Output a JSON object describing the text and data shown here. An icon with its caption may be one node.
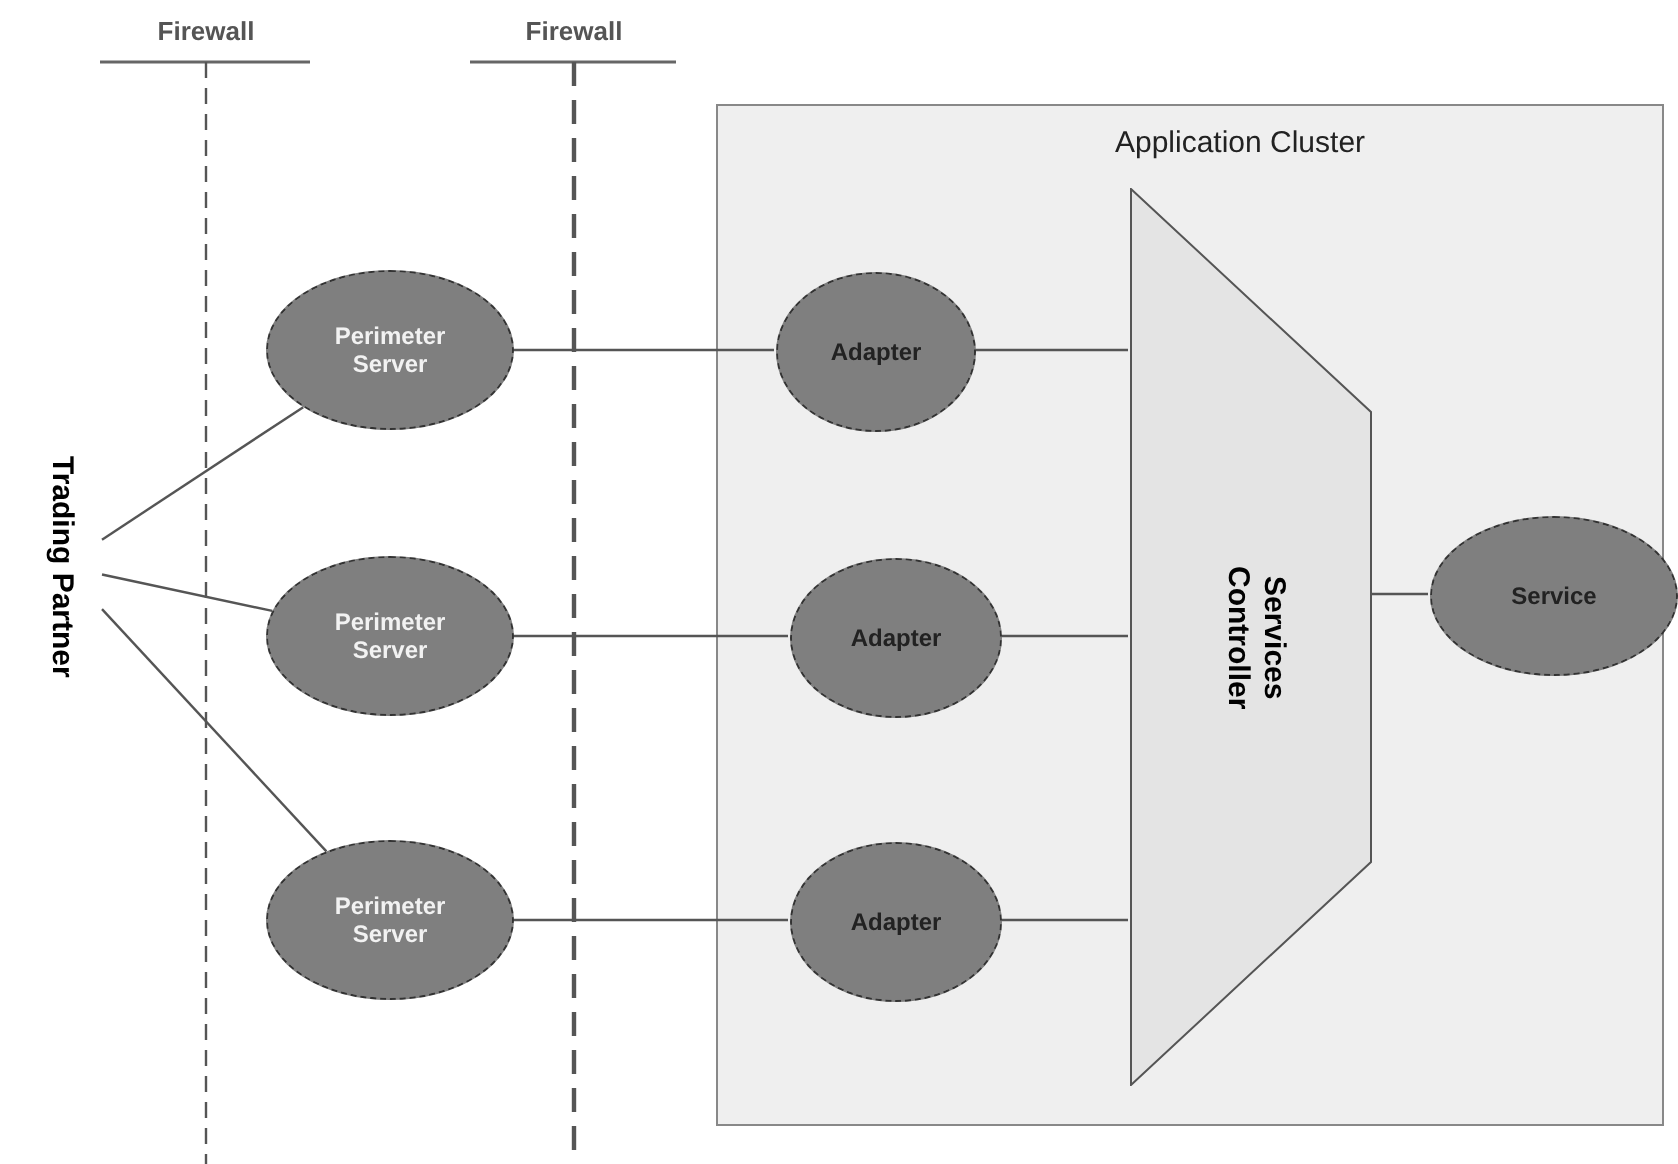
{
  "diagram": {
    "nodes": [
      {
        "text": [
          "Trading Partner"
        ]
      },
      {
        "text": [
          "Perimeter Server"
        ]
      },
      {
        "text": [
          "Perimeter Server"
        ]
      },
      {
        "text": [
          "Perimeter Server"
        ]
      },
      {
        "text": [
          "Application Cluster"
        ]
      },
      {
        "text": [
          "Adapter"
        ],
        "in": 4
      },
      {
        "text": [
          "Adapter"
        ],
        "in": 4
      },
      {
        "text": [
          "Adapter"
        ],
        "in": 4
      },
      {
        "text": [
          "Services Controller"
        ],
        "in": 4
      },
      {
        "text": [
          "Service"
        ],
        "in": 4
      }
    ],
    "edges": [
      {
        "from": 0,
        "to": 1,
        "arrow": "none"
      },
      {
        "from": 0,
        "to": 2,
        "arrow": "none"
      },
      {
        "from": 0,
        "to": 3,
        "arrow": "none"
      },
      {
        "from": 1,
        "to": 5,
        "arrow": "none"
      },
      {
        "from": 2,
        "to": 6,
        "arrow": "none"
      },
      {
        "from": 3,
        "to": 7,
        "arrow": "none"
      },
      {
        "from": 5,
        "to": 8,
        "arrow": "none"
      },
      {
        "from": 6,
        "to": 8,
        "arrow": "none"
      },
      {
        "from": 7,
        "to": 8,
        "arrow": "none"
      },
      {
        "from": 8,
        "to": 9,
        "arrow": "none"
      }
    ],
    "labels": [
      "Firewall",
      "Firewall"
    ]
  }
}
